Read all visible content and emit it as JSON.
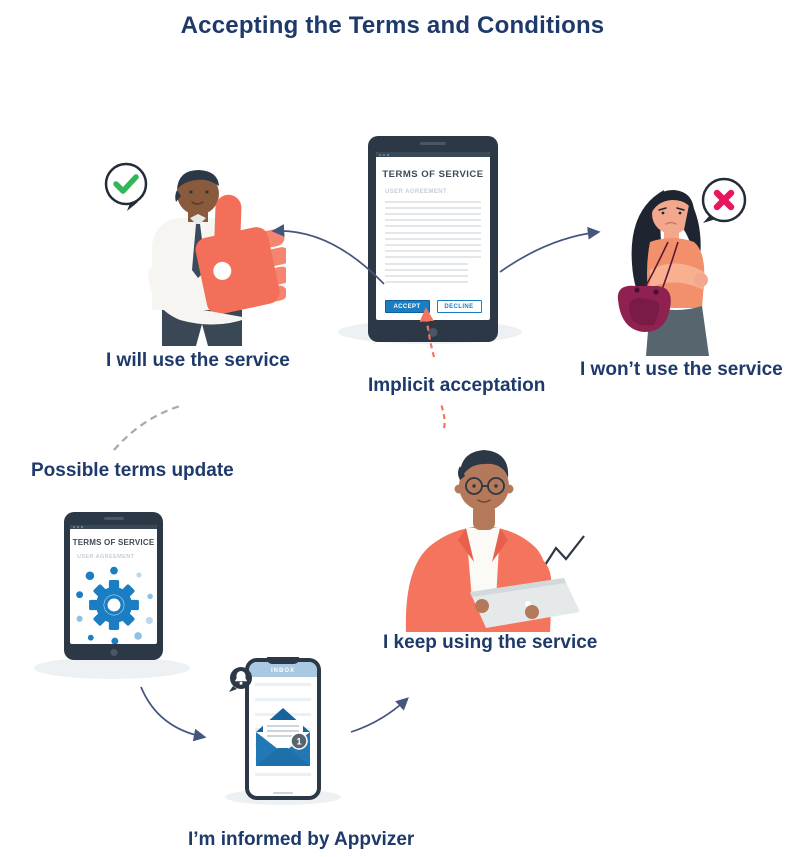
{
  "title": "Accepting the Terms and Conditions",
  "labels": {
    "will_use": "I will use the service",
    "implicit": "Implicit acceptation",
    "wont_use": "I won’t use the service",
    "terms_update": "Possible terms update",
    "keep_using": "I keep using the service",
    "informed": "I’m informed by Appvizer"
  },
  "center_tablet": {
    "heading": "TERMS OF SERVICE",
    "subheading": "USER AGREEMENT",
    "accept_label": "ACCEPT",
    "decline_label": "DECLINE"
  },
  "update_tablet": {
    "heading": "TERMS OF SERVICE",
    "subheading": "USER AGREEMENT"
  },
  "phone": {
    "header": "INBOX",
    "badge": "1"
  },
  "icons": {
    "accept": "check-icon",
    "decline": "cross-icon",
    "update": "gear-icon",
    "notification": "bell-icon",
    "mail": "envelope-icon",
    "approve": "thumbs-up-icon",
    "growth": "chart-line-icon"
  },
  "colors": {
    "heading_navy": "#1e3a6b",
    "arrow_blue": "#44557e",
    "coral": "#f46f59",
    "button_blue": "#1b7ec2",
    "success_green": "#33b657",
    "reject_crimson": "#e8175d",
    "bag_maroon": "#8e2150",
    "frame_slate": "#2c3845"
  }
}
